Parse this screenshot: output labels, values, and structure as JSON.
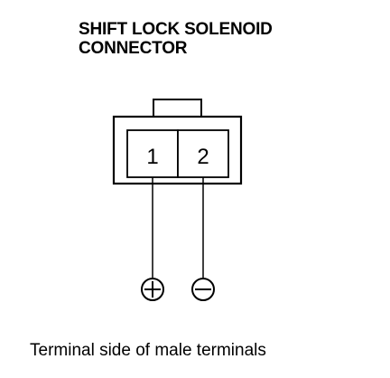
{
  "title": {
    "line1": "SHIFT LOCK SOLENOID",
    "line2": "CONNECTOR"
  },
  "connector": {
    "terminals": [
      {
        "number": "1",
        "polarity": "plus-icon"
      },
      {
        "number": "2",
        "polarity": "minus-icon"
      }
    ]
  },
  "caption": "Terminal side of male terminals"
}
